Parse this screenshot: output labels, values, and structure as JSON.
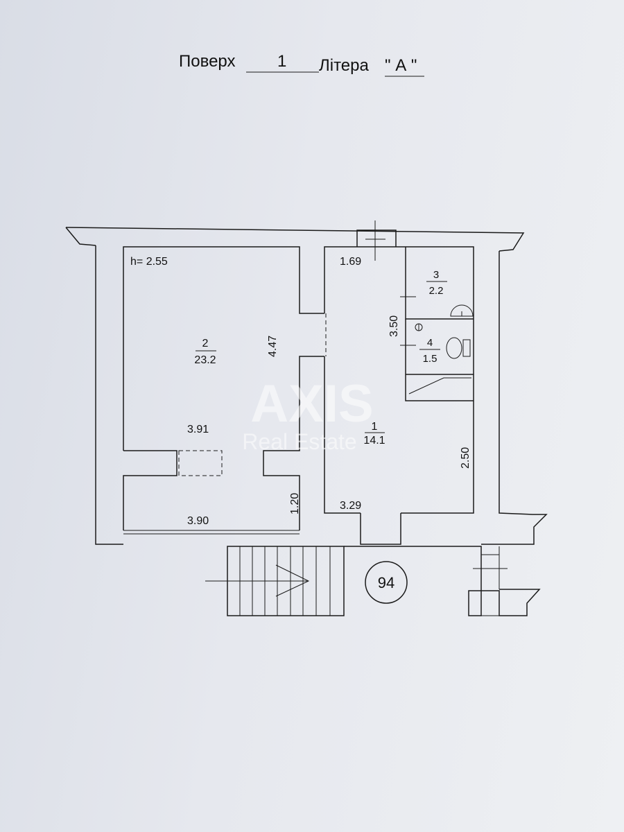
{
  "header": {
    "floor_label": "Поверх",
    "floor_value": "1",
    "letter_label": "Літера",
    "letter_value": "\" А \""
  },
  "plan": {
    "height_label": "h= 2.55",
    "rooms": [
      {
        "number": "2",
        "area": "23.2"
      },
      {
        "number": "1",
        "area": "14.1"
      },
      {
        "number": "3",
        "area": "2.2"
      },
      {
        "number": "4",
        "area": "1.5"
      }
    ],
    "dimensions": {
      "d_391": "3.91",
      "d_447": "4.47",
      "d_390": "3.90",
      "d_120": "1.20",
      "d_169": "1.69",
      "d_350": "3.50",
      "d_250": "2.50",
      "d_329": "3.29"
    },
    "building_number": "94"
  },
  "watermark": {
    "brand": "AXIS",
    "sub": "Real Estate"
  }
}
